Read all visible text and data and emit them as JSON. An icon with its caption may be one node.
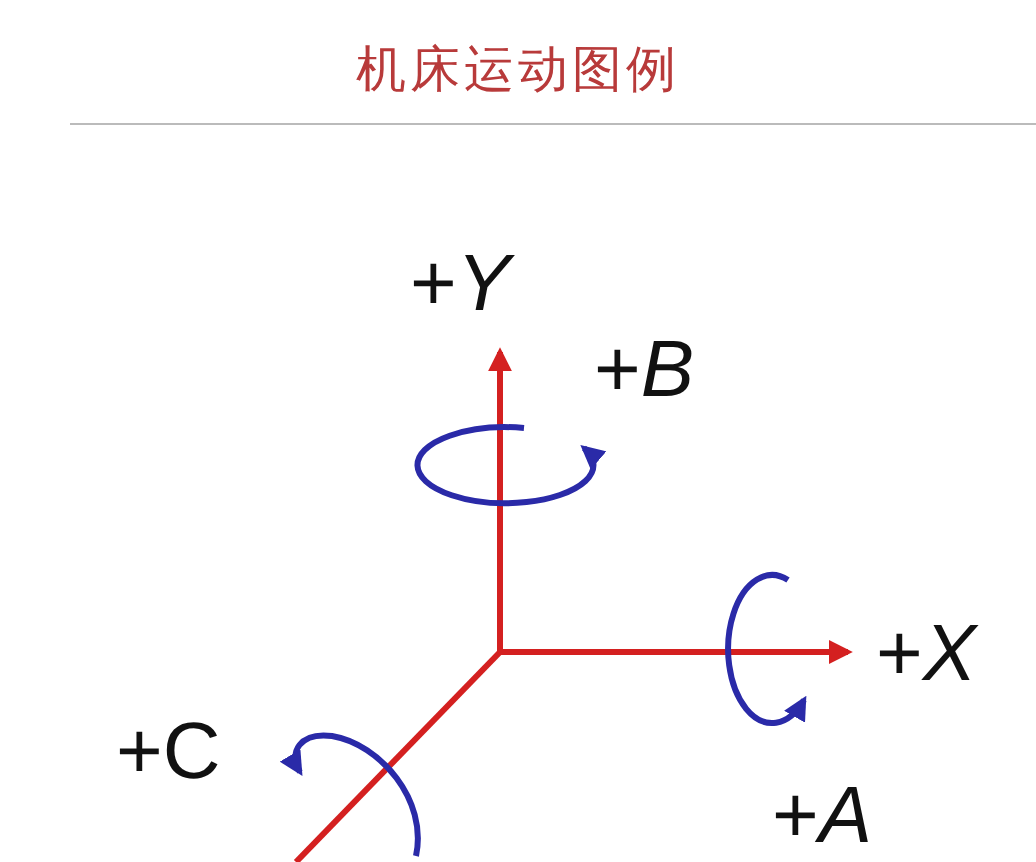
{
  "diagram": {
    "title": "机床运动图例",
    "labels": [
      "+Y",
      "+B",
      "+X",
      "+C",
      "+A"
    ]
  }
}
